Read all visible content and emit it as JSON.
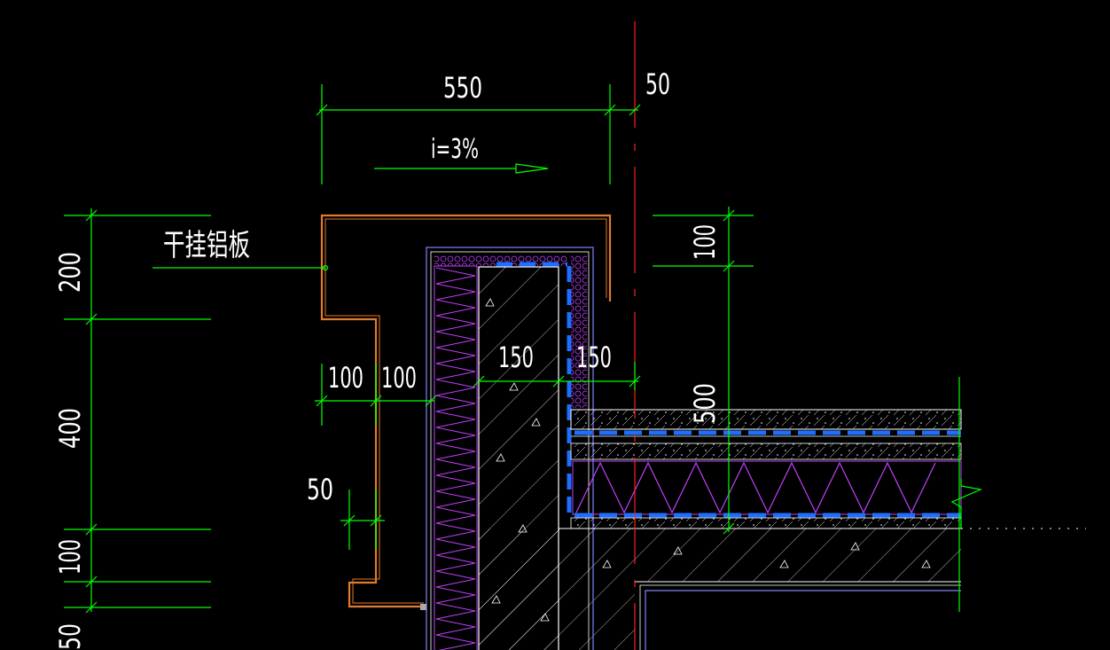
{
  "dimensions": {
    "top_550": "550",
    "top_50": "50",
    "slope": "i=3%",
    "right_100": "100",
    "right_500": "500",
    "mid_100_a": "100",
    "mid_100_b": "100",
    "mid_150_a": "150",
    "mid_150_b": "150",
    "mid_50": "50",
    "left_200": "200",
    "left_400": "400",
    "left_100": "100",
    "left_50": "50"
  },
  "labels": {
    "panel_note": "干挂铝板"
  },
  "colors": {
    "background": "#000000",
    "dimension": "#00ff00",
    "aluminum_panel": "#e07a2e",
    "insulation": "#c040ff",
    "waterproof": "#1e6fff",
    "centerline": "#ff2020",
    "concrete": "#ffffff",
    "boundary": "#8080ff"
  }
}
